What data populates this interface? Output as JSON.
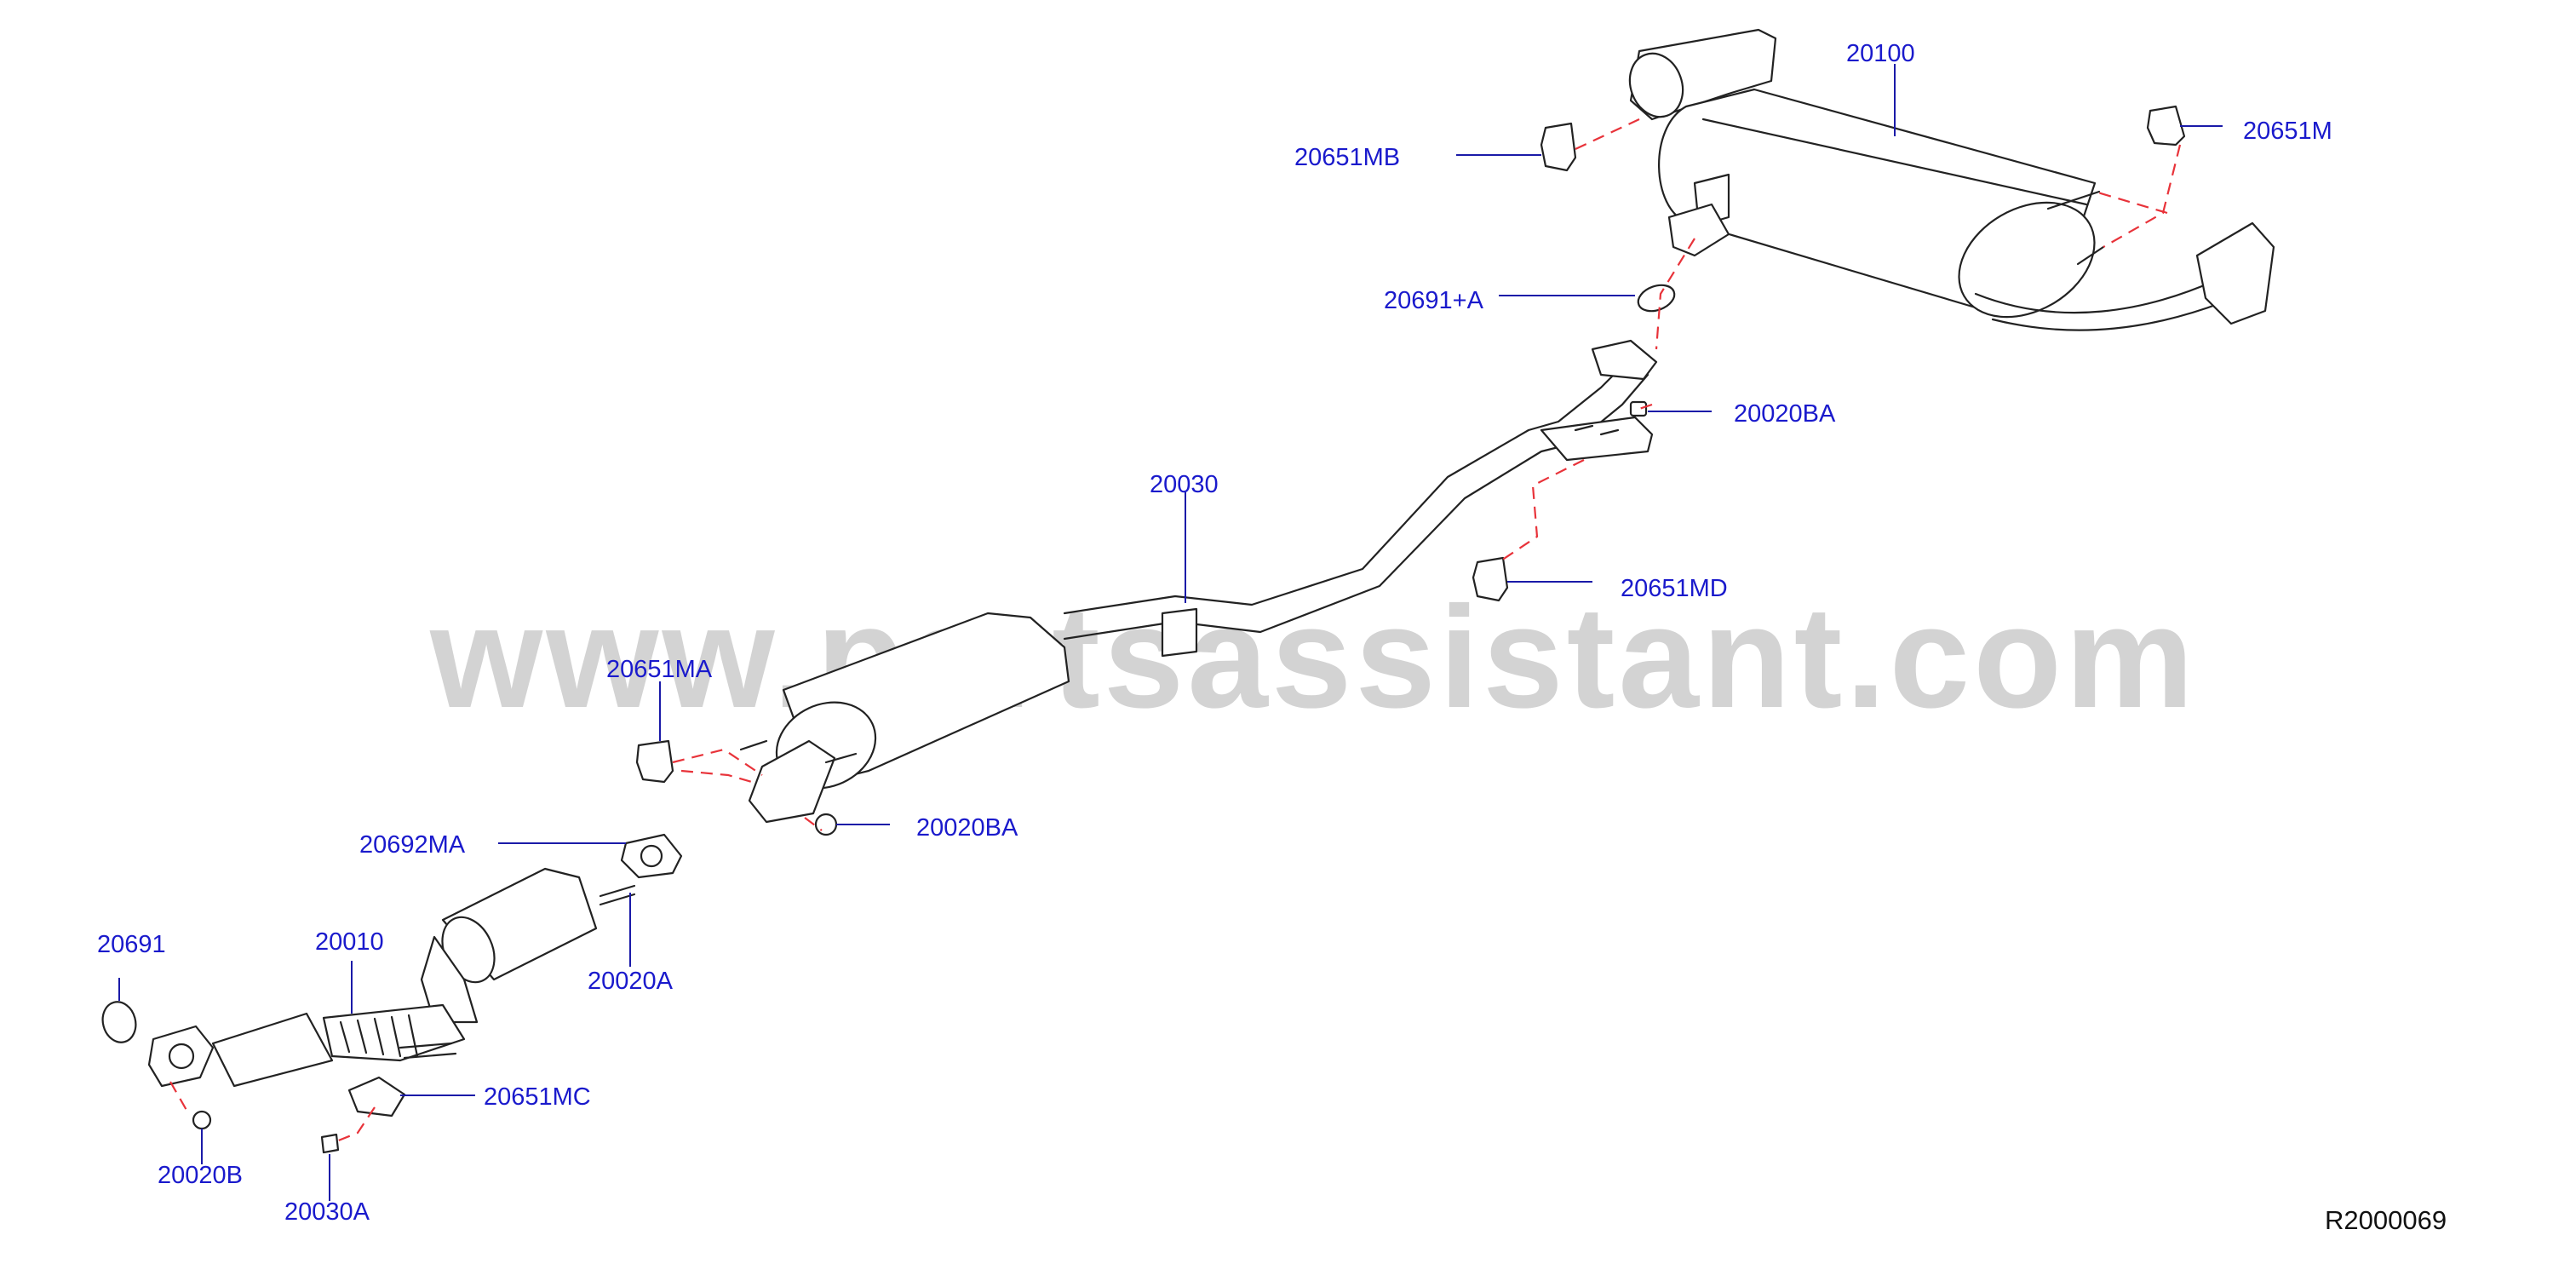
{
  "watermark": "www.partsassistant.com",
  "diagram_ref": "R2000069",
  "colors": {
    "label": "#1a1acc",
    "leader": "#1a1aa8",
    "dashed_guide": "#e8333a",
    "part_outline": "#222222",
    "watermark": "#d3d3d3"
  },
  "labels": {
    "p20100": "20100",
    "p20651MB": "20651MB",
    "p20651M": "20651M",
    "p20691A": "20691+A",
    "p20020BA_upper": "20020BA",
    "p20030": "20030",
    "p20651MD": "20651MD",
    "p20651MA": "20651MA",
    "p20692MA": "20692MA",
    "p20020BA_lower": "20020BA",
    "p20020A": "20020A",
    "p20691": "20691",
    "p20010": "20010",
    "p20651MC": "20651MC",
    "p20020B": "20020B",
    "p20030A": "20030A"
  }
}
